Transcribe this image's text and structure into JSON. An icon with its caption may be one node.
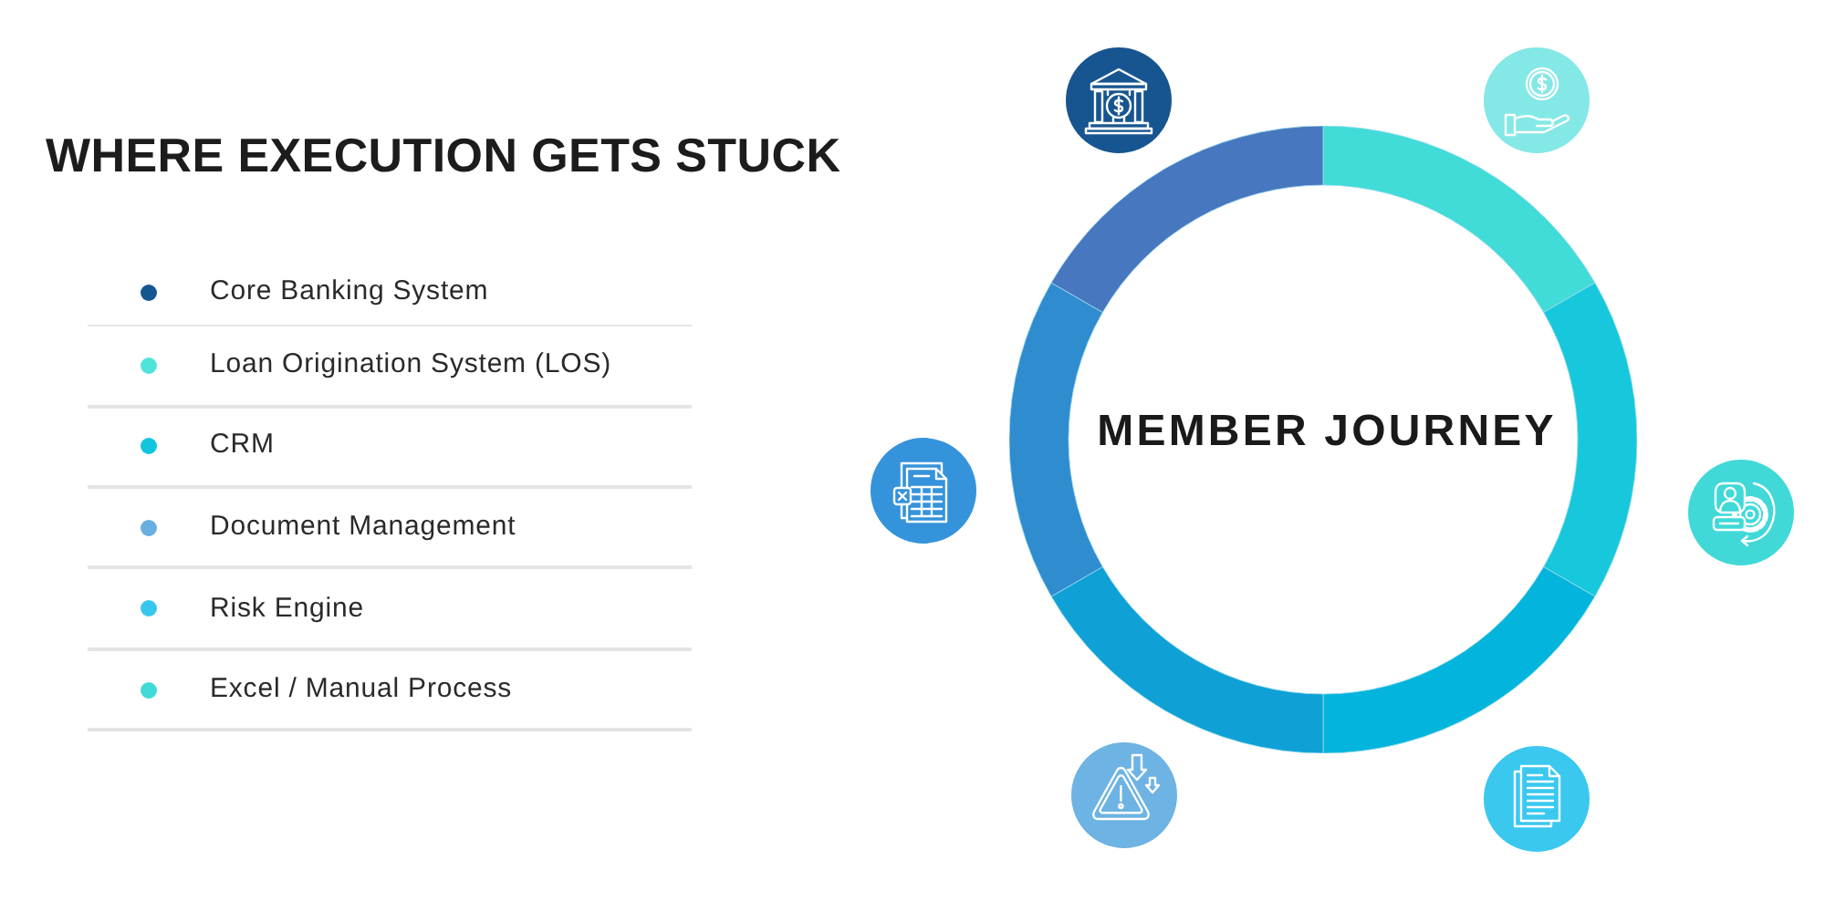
{
  "diagram": {
    "title": "WHERE EXECUTION GETS STUCK",
    "nodes": [
      {
        "text": [
          "MEMBER JOURNEY"
        ]
      }
    ],
    "legend": [
      {
        "text": "Core Banking System",
        "color": "#155590"
      },
      {
        "text": "Loan Origination System (LOS)",
        "color": "#50e3da"
      },
      {
        "text": "CRM",
        "color": "#12c5dc"
      },
      {
        "text": "Document Management",
        "color": "#6aafe1"
      },
      {
        "text": "Risk Engine",
        "color": "#37c7ee"
      },
      {
        "text": "Excel / Manual Process",
        "color": "#40dbd8"
      }
    ]
  }
}
